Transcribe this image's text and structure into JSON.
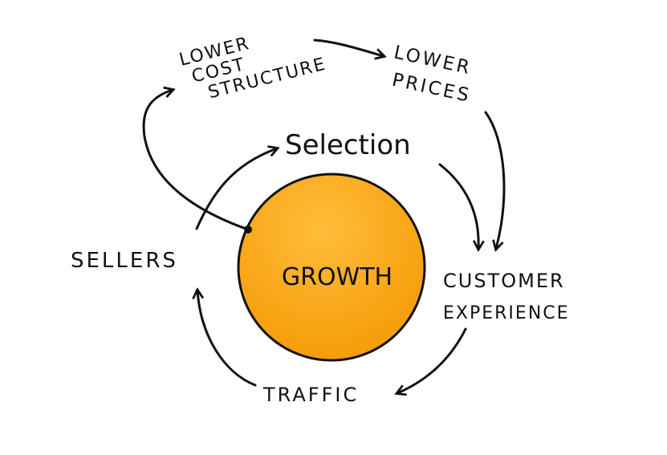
{
  "diagram": {
    "center": "GROWTH",
    "nodes": {
      "selection": "Selection",
      "customer_experience_line1": "CUSTOMER",
      "customer_experience_line2": "EXPERIENCE",
      "traffic": "TRAFFIC",
      "sellers": "SELLERS",
      "lower_cost_line1": "LOWER",
      "lower_cost_line2": "COST",
      "lower_cost_line3": "STRUCTURE",
      "lower_prices_line1": "LOWER",
      "lower_prices_line2": "PRICES"
    },
    "colors": {
      "circle": "#f7a30e",
      "circle_light": "#ffbd3a",
      "ink": "#111111"
    }
  }
}
